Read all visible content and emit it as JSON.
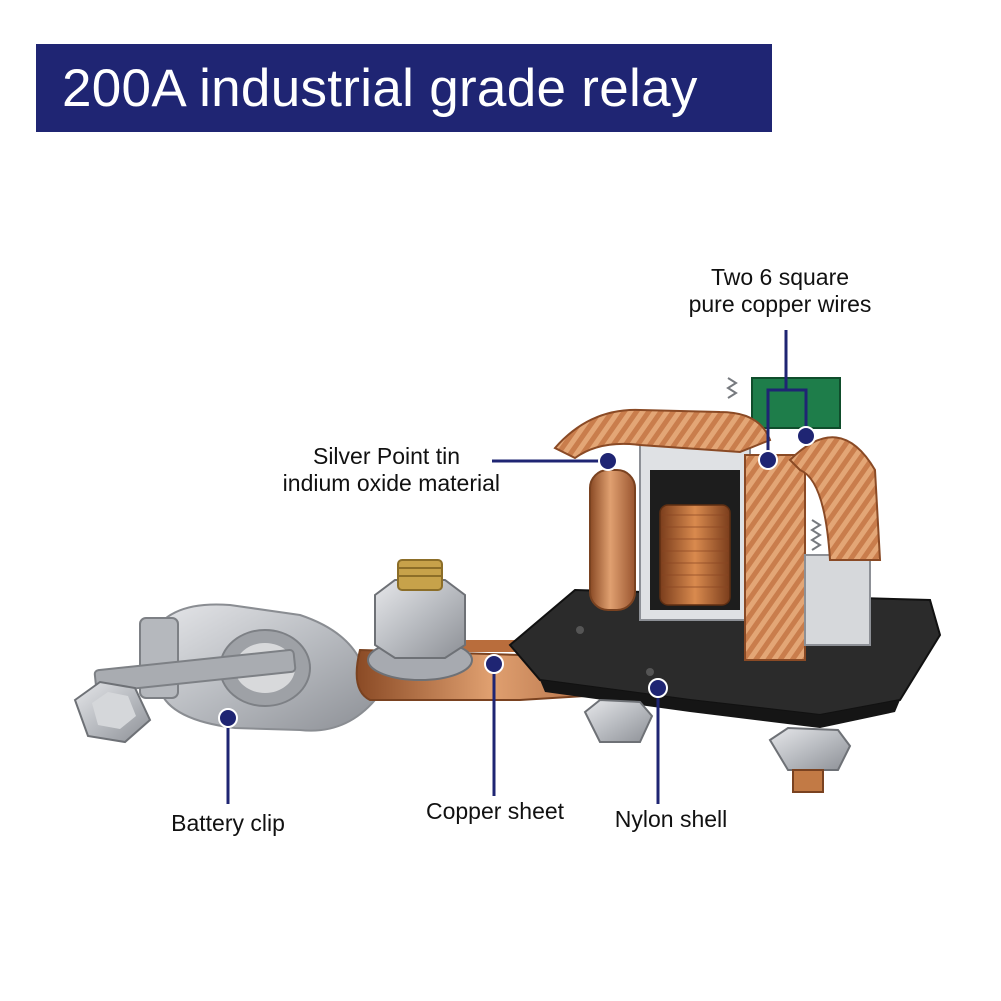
{
  "header": {
    "title": "200A industrial grade relay",
    "background_color": "#1f2573"
  },
  "callouts": {
    "copper_wires": {
      "line1": "Two 6 square",
      "line2": "pure copper wires"
    },
    "silver_point": {
      "line1": "Silver Point tin",
      "line2": "indium oxide material"
    },
    "battery_clip": {
      "label": "Battery clip"
    },
    "copper_sheet": {
      "label": "Copper sheet"
    },
    "nylon_shell": {
      "label": "Nylon shell"
    }
  },
  "colors": {
    "leader": "#1f2573",
    "copper": "#c8794a",
    "nylon": "#222222",
    "metal": "#c9cbcf"
  }
}
